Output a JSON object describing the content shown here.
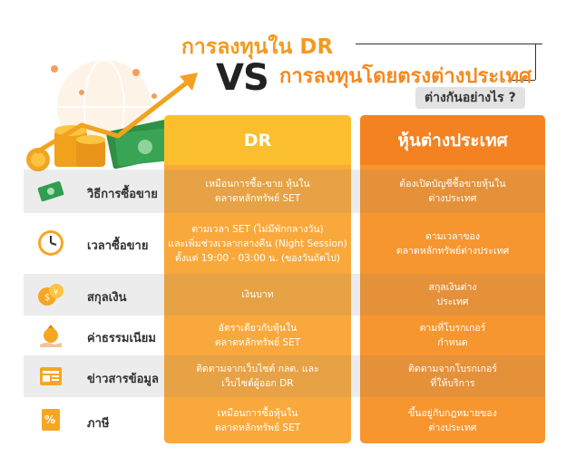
{
  "header": {
    "title_line1": "การลงทุนใน DR",
    "vs": "VS",
    "title_line2": "การลงทุนโดยตรงต่างประเทศ",
    "subtitle": "ต่างกันอย่างไร ?"
  },
  "columns": {
    "dr": "DR",
    "foreign": "หุ้นต่างประเทศ"
  },
  "rows": [
    {
      "icon": "money-icon",
      "label": "วิธีการซื้อขาย",
      "dr": "เหมือนการซื้อ-ขาย หุ้นใน\nตลาดหลักทรัพย์ SET",
      "foreign": "ต้องเปิดบัญชีซื้อขายหุ้นใน\nต่างประเทศ"
    },
    {
      "icon": "clock-icon",
      "label": "เวลาซื้อขาย",
      "dr": "ตามเวลา SET (ไม่มีพักกลางวัน)\nและเพิ่มช่วงเวลากลางคืน (Night Session)\nตั้งแต่ 19:00 - 03:00 น. (ของวันถัดไป)",
      "foreign": "ตามเวลาของ\nตลาดหลักทรัพย์ต่างประเทศ"
    },
    {
      "icon": "currency-coins-icon",
      "label": "สกุลเงิน",
      "dr": "เงินบาท",
      "foreign": "สกุลเงินต่าง\nประเทศ"
    },
    {
      "icon": "money-bag-hand-icon",
      "label": "ค่าธรรมเนียม",
      "dr": "อัตราเดียวกับหุ้นใน\nตลาดหลักทรัพย์ SET",
      "foreign": "ตามที่โบรกเกอร์\nกำหนด"
    },
    {
      "icon": "newspaper-icon",
      "label": "ข่าวสารข้อมูล",
      "dr": "ติดตามจากเว็บไซต์ กลต. และ\nเว็บไซต์ผู้ออก DR",
      "foreign": "ติดตามจากโบรกเกอร์\nที่ให้บริการ"
    },
    {
      "icon": "tax-document-icon",
      "label": "ภาษี",
      "dr": "เหมือนการซื้อหุ้นใน\nตลาดหลักทรัพย์ SET",
      "foreign": "ขึ้นอยู่กับกฎหมายของ\nต่างประเทศ"
    }
  ],
  "colors": {
    "title_orange": "#f39a1f",
    "dr_header": "#fbbf2e",
    "dr_body": "#f9a93b",
    "foreign_header": "#f58220",
    "foreign_body": "#f7962f"
  }
}
